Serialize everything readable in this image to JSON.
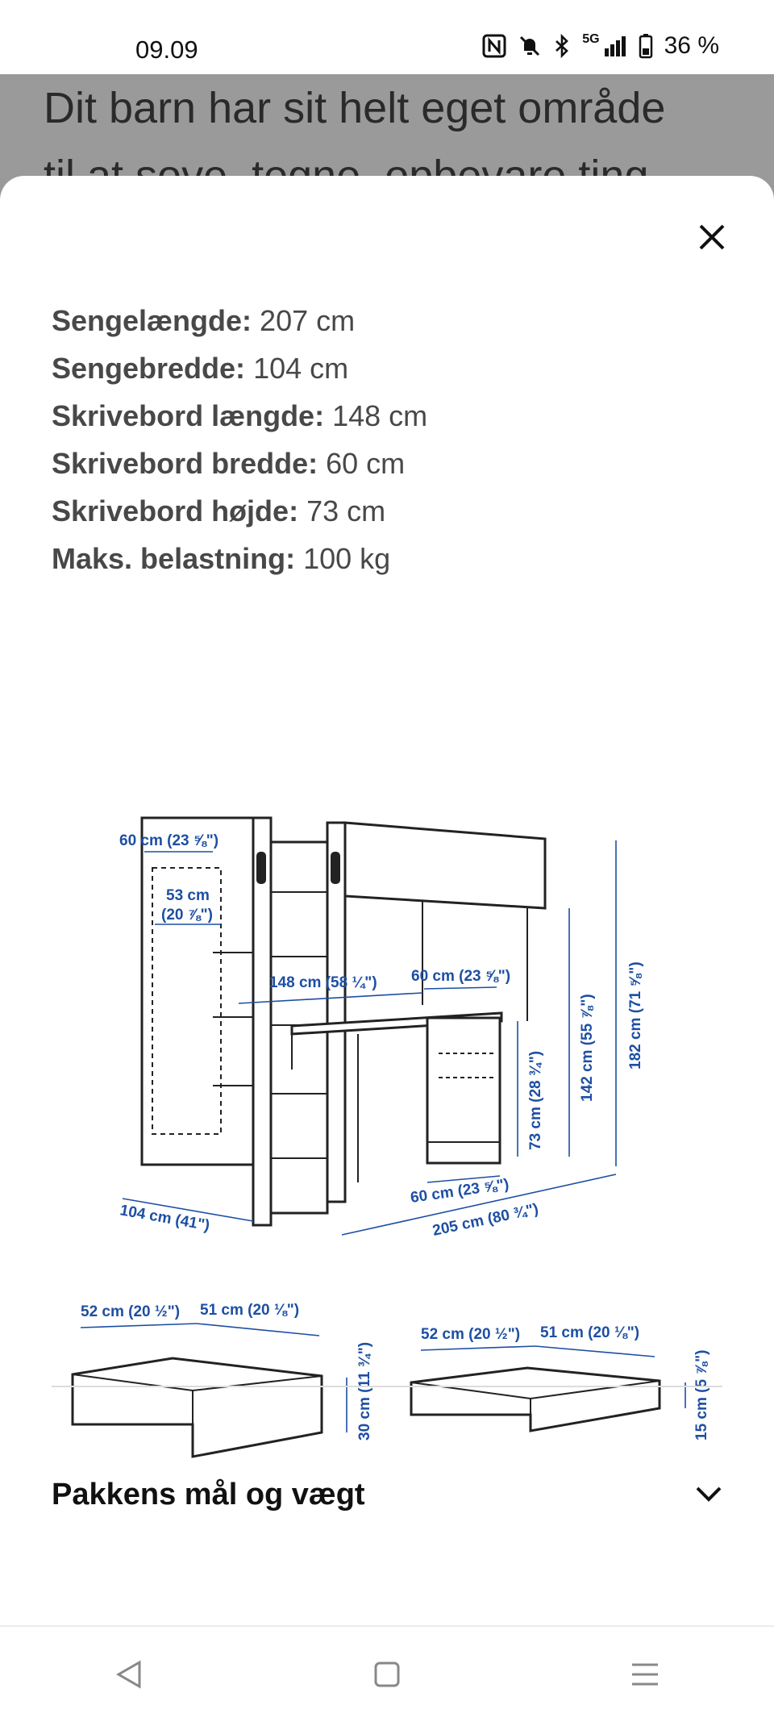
{
  "status": {
    "time": "09.09",
    "battery": "36 %",
    "network": "5G"
  },
  "background_page": {
    "text_line1": "Dit barn har sit helt eget område",
    "text_line2": "til at sove, tegne, opbevare ting,"
  },
  "sheet": {
    "close_label": "×",
    "specs": [
      {
        "label": "Sengelængde:",
        "value": "207 cm"
      },
      {
        "label": "Sengebredde:",
        "value": "104 cm"
      },
      {
        "label": "Skrivebord længde:",
        "value": "148 cm"
      },
      {
        "label": "Skrivebord bredde:",
        "value": "60 cm"
      },
      {
        "label": "Skrivebord højde:",
        "value": "73 cm"
      },
      {
        "label": "Maks. belastning:",
        "value": "100 kg"
      }
    ],
    "diagram_labels": {
      "top_width": "60 cm (23 ⅝\")",
      "inner_width_a": "53 cm",
      "inner_width_b": "(20 ⅞\")",
      "desk_length": "148 cm (58 ¼\")",
      "desk_width_top": "60 cm (23 ⅝\")",
      "desk_height": "73 cm (28 ¾\")",
      "bed_height": "142 cm (55 ⅞\")",
      "total_height": "182 cm (71 ⅝\")",
      "desk_depth": "60 cm (23 ⅝\")",
      "total_length": "205 cm (80 ¾\")",
      "total_width": "104 cm (41\")",
      "drawer1_a": "52 cm (20 ½\")",
      "drawer1_b": "51 cm (20 ⅛\")",
      "drawer1_h": "30 cm (11 ¾\")",
      "drawer2_a": "52 cm (20 ½\")",
      "drawer2_b": "51 cm (20 ⅛\")",
      "drawer2_h": "15 cm (5 ⅞\")"
    },
    "accordion_title": "Pakkens mål og vægt"
  }
}
